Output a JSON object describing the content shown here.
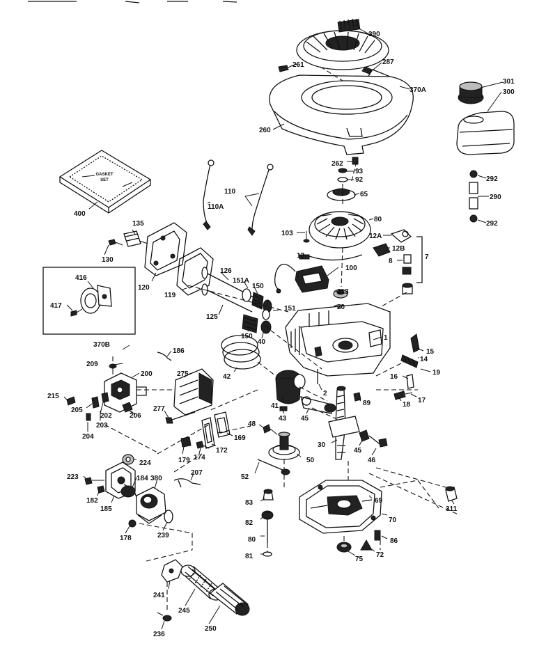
{
  "diagram": {
    "gasket_box": {
      "line1": "GASKET",
      "line2": "SET"
    },
    "labels": {
      "p390": "390",
      "p287": "287",
      "p261": "261",
      "p370A": "370A",
      "p301": "301",
      "p300": "300",
      "p260": "260",
      "p262": "262",
      "p93": "93",
      "p92": "92",
      "p292a": "292",
      "p290": "290",
      "p292b": "292",
      "p110": "110",
      "p110A": "110A",
      "p65": "65",
      "p80": "80",
      "p400": "400",
      "p135": "135",
      "p130": "130",
      "p103": "103",
      "p12A": "12A",
      "p12": "12",
      "p12B": "12B",
      "p8": "8",
      "p7": "7",
      "p100": "100",
      "p416": "416",
      "p417": "417",
      "p120": "120",
      "p119": "119",
      "p126": "126",
      "p151A": "151A",
      "p150a": "150",
      "p313": "313",
      "p20": "20",
      "p151": "151",
      "p125": "125",
      "p150b": "150",
      "p40": "40",
      "p1": "1",
      "p370B": "370B",
      "p186": "186",
      "p15": "15",
      "p14": "14",
      "p19": "19",
      "p209": "209",
      "p200": "200",
      "p275": "275",
      "p42": "42",
      "p16": "16",
      "p17": "17",
      "p18": "18",
      "p215": "215",
      "p205": "205",
      "p202": "202",
      "p206": "206",
      "p203": "203",
      "p204": "204",
      "p277": "277",
      "p2": "2",
      "p41": "41",
      "p43": "43",
      "p45a": "45",
      "p89": "89",
      "p48": "48",
      "p30": "30",
      "p45b": "45",
      "p46": "46",
      "p172": "172",
      "p169": "169",
      "p179": "179",
      "p174": "174",
      "p50": "50",
      "p224": "224",
      "p223": "223",
      "p184": "184",
      "p380": "380",
      "p207": "207",
      "p52": "52",
      "p182": "182",
      "p185": "185",
      "p83": "83",
      "p69": "69",
      "p311": "311",
      "p178": "178",
      "p239": "239",
      "p82": "82",
      "p70": "70",
      "p80b": "80",
      "p86": "86",
      "p81": "81",
      "p75": "75",
      "p72": "72",
      "p241": "241",
      "p245": "245",
      "p250": "250",
      "p236": "236"
    }
  }
}
